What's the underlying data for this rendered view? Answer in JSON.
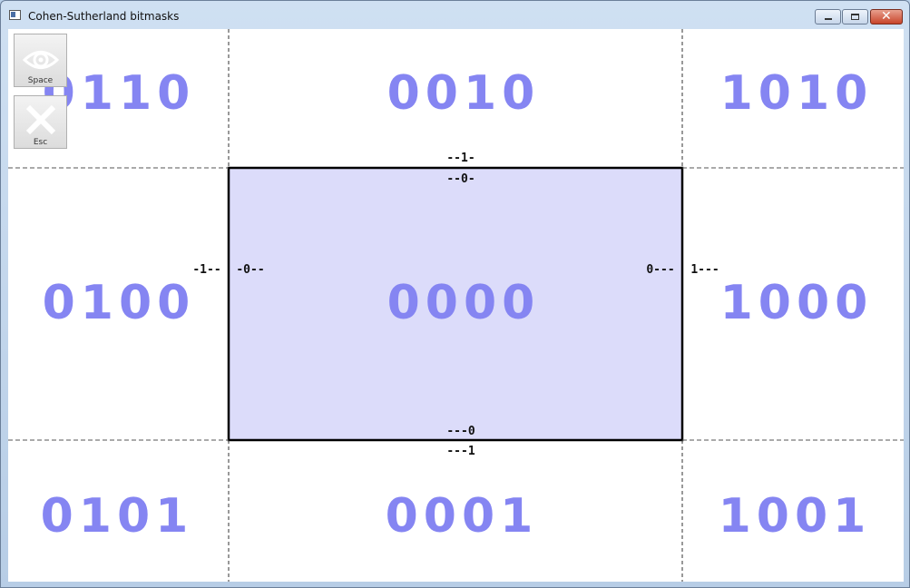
{
  "window": {
    "title": "Cohen-Sutherland bitmasks",
    "close_glyph": "✕"
  },
  "toolbar": {
    "show_button_label": "Space",
    "exit_button_label": "Esc",
    "show_icon": "eye-icon",
    "exit_icon": "x-icon"
  },
  "regions": {
    "top_left": "0110",
    "top_center": "0010",
    "top_right": "1010",
    "mid_left": "0100",
    "center": "0000",
    "mid_right": "1000",
    "bottom_left": "0101",
    "bottom_center": "0001",
    "bottom_right": "1001"
  },
  "edge_bits": {
    "top_outside": "--1-",
    "top_inside": "--0-",
    "left_outside": "-1--",
    "left_inside": "-0--",
    "right_inside": "0---",
    "right_outside": "1---",
    "bottom_inside": "---0",
    "bottom_outside": "---1"
  },
  "colors": {
    "region_code": "#8585f2",
    "clip_rect_fill": "#dcdcfa",
    "clip_rect_stroke": "#000000"
  }
}
